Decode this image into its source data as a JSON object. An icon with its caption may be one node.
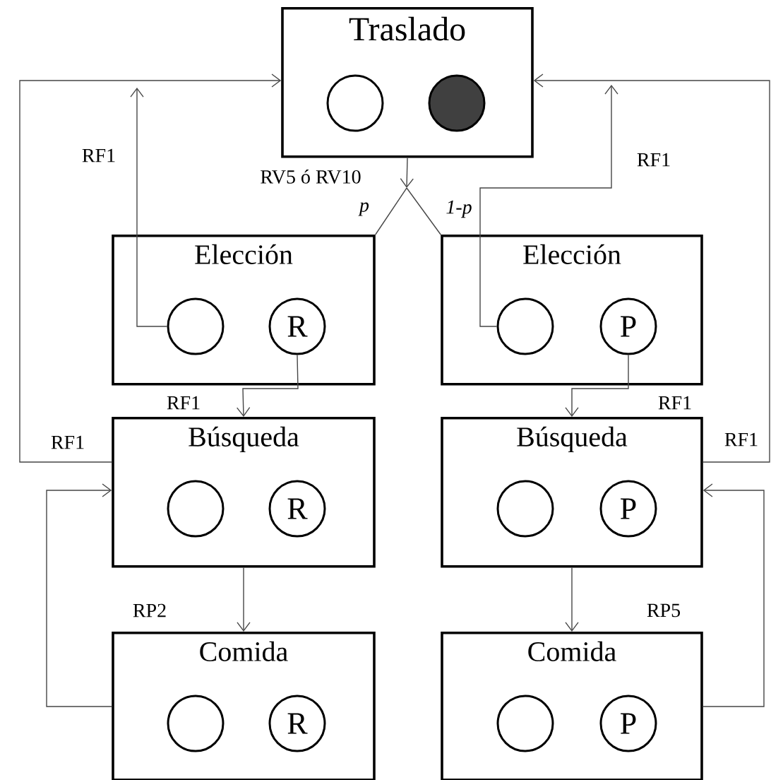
{
  "diagram": {
    "nodes": [
      {
        "text": [
          "Traslado"
        ]
      },
      {
        "text": [],
        "shape": "circle",
        "in": 0
      },
      {
        "text": [],
        "shape": "circle",
        "in": 0
      },
      {
        "text": [
          "Elección"
        ]
      },
      {
        "text": [],
        "shape": "circle",
        "in": 3
      },
      {
        "text": [
          "R"
        ],
        "in": 3
      },
      {
        "text": [
          "Elección"
        ]
      },
      {
        "text": [],
        "shape": "circle",
        "in": 6
      },
      {
        "text": [
          "P"
        ],
        "in": 6
      },
      {
        "text": [
          "Búsqueda"
        ]
      },
      {
        "text": [],
        "shape": "circle",
        "in": 9
      },
      {
        "text": [
          "R"
        ],
        "in": 9
      },
      {
        "text": [
          "Búsqueda"
        ]
      },
      {
        "text": [],
        "shape": "circle",
        "in": 12
      },
      {
        "text": [
          "P"
        ],
        "in": 12
      },
      {
        "text": [
          "Comida"
        ]
      },
      {
        "text": [],
        "shape": "circle",
        "in": 15
      },
      {
        "text": [
          "R"
        ],
        "in": 15
      },
      {
        "text": [
          "Comida"
        ]
      },
      {
        "text": [],
        "shape": "circle",
        "in": 18
      },
      {
        "text": [
          "P"
        ],
        "in": 18
      }
    ],
    "edges": [
      {
        "from": null,
        "to": 3,
        "arrow": "none",
        "label": "p"
      },
      {
        "from": null,
        "to": 6,
        "arrow": "none",
        "label": "1-p"
      },
      {
        "from": 4,
        "to": null,
        "arrow": "to",
        "label": "RF1"
      },
      {
        "from": 7,
        "to": null,
        "arrow": "to",
        "label": "RF1"
      },
      {
        "from": 5,
        "to": 9,
        "arrow": "to",
        "label": "RF1"
      },
      {
        "from": 8,
        "to": 12,
        "arrow": "to",
        "label": "RF1"
      },
      {
        "from": 9,
        "to": 0,
        "arrow": "to",
        "label": "RF1"
      },
      {
        "from": 12,
        "to": 0,
        "arrow": "to",
        "label": "RF1"
      },
      {
        "from": 9,
        "to": 15,
        "arrow": "to",
        "label": "RP2"
      },
      {
        "from": 12,
        "to": 18,
        "arrow": "to",
        "label": "RP5"
      },
      {
        "from": 15,
        "to": 9,
        "arrow": "to"
      },
      {
        "from": 18,
        "to": 12,
        "arrow": "to"
      },
      {
        "from": 0,
        "to": null,
        "arrow": "to",
        "label": "RV5 ó RV10"
      }
    ]
  }
}
